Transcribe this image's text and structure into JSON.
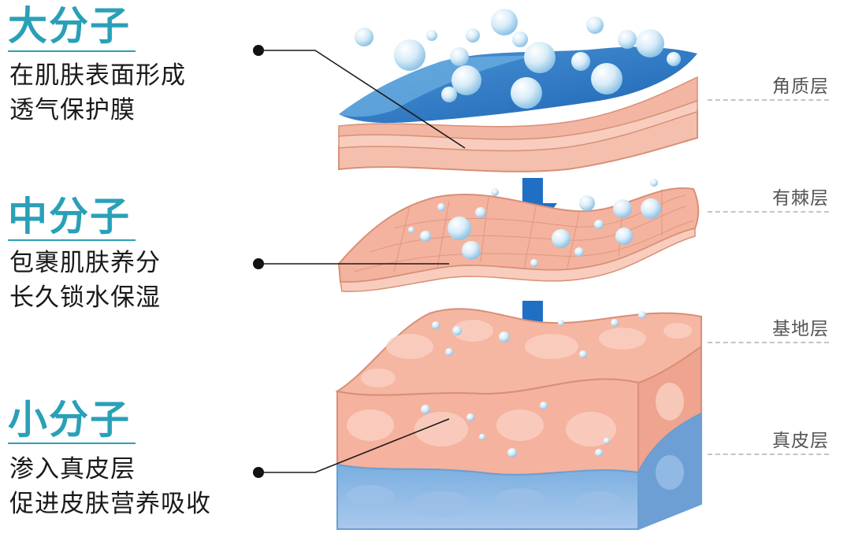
{
  "colors": {
    "heading": "#2aa0b8",
    "underline": "#2aa0b8",
    "skin_pink": "#f6b7a3",
    "skin_light": "#fbd9cc",
    "water_blue": "#3e86c8",
    "arrow_blue": "#1f6fc4"
  },
  "sections": [
    {
      "title": "大分子",
      "lines": [
        "在肌肤表面形成",
        "透气保护膜"
      ]
    },
    {
      "title": "中分子",
      "lines": [
        "包裹肌肤养分",
        "长久锁水保湿"
      ]
    },
    {
      "title": "小分子",
      "lines": [
        "渗入真皮层",
        "促进皮肤营养吸收"
      ]
    }
  ],
  "layers": [
    "角质层",
    "有棘层",
    "基地层",
    "真皮层"
  ]
}
